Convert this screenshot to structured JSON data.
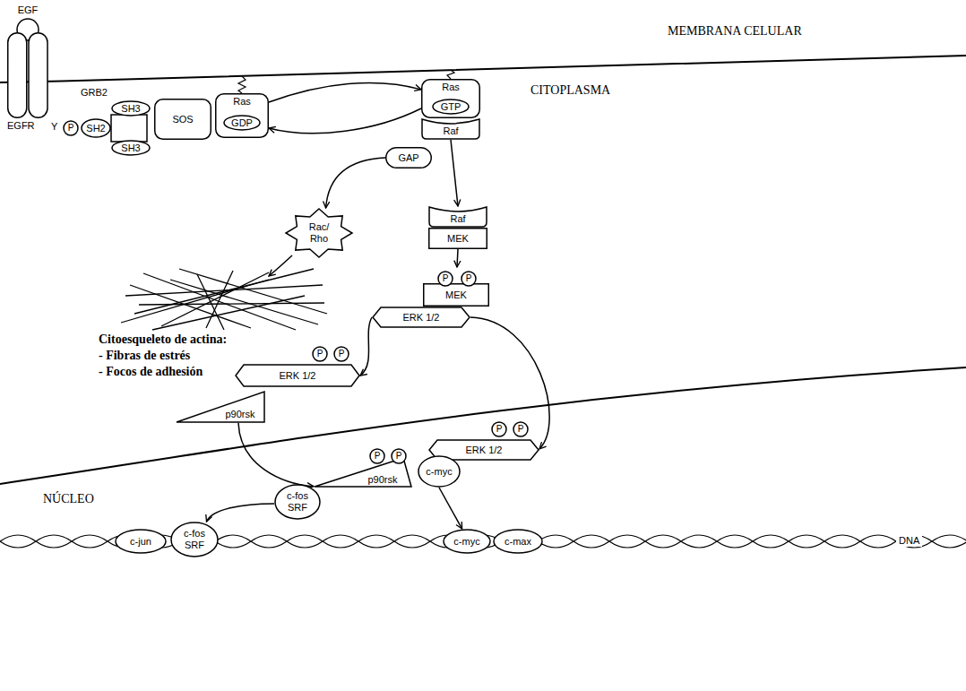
{
  "diagram": {
    "nodes": [
      {
        "text": [
          "EGF"
        ]
      },
      {
        "text": [
          "EGFR"
        ]
      },
      {
        "text": [
          "P"
        ]
      },
      {
        "text": [
          "GRB2"
        ]
      },
      {
        "text": [
          "SH2"
        ],
        "in": 3
      },
      {
        "text": [
          "SH3"
        ],
        "in": 3
      },
      {
        "text": [
          "SH3"
        ],
        "in": 3
      },
      {
        "text": [
          "SOS"
        ]
      },
      {
        "text": [
          "Ras"
        ]
      },
      {
        "text": [
          "GDP"
        ],
        "in": 8
      },
      {
        "text": [
          "Ras"
        ]
      },
      {
        "text": [
          "GTP"
        ],
        "in": 10
      },
      {
        "text": [
          "Raf"
        ]
      },
      {
        "text": [
          "GAP"
        ]
      },
      {
        "text": [
          "Rac/ Rho"
        ]
      },
      {
        "text": [
          "Raf"
        ]
      },
      {
        "text": [
          "MEK"
        ]
      },
      {
        "text": [
          "MEK"
        ]
      },
      {
        "text": [
          "P"
        ],
        "in": 17
      },
      {
        "text": [
          "P"
        ],
        "in": 17
      },
      {
        "text": [
          "ERK 1/2"
        ]
      },
      {
        "text": [
          "ERK 1/2"
        ]
      },
      {
        "text": [
          "P"
        ],
        "in": 21
      },
      {
        "text": [
          "P"
        ],
        "in": 21
      },
      {
        "text": [
          "p90rsk"
        ]
      },
      {
        "text": [
          "p90rsk"
        ]
      },
      {
        "text": [
          "P"
        ],
        "in": 25
      },
      {
        "text": [
          "P"
        ],
        "in": 25
      },
      {
        "text": [
          "c-fos SRF"
        ]
      },
      {
        "text": [
          "ERK 1/2"
        ]
      },
      {
        "text": [
          "P"
        ],
        "in": 29
      },
      {
        "text": [
          "P"
        ],
        "in": 29
      },
      {
        "text": [
          "c-myc"
        ]
      },
      {
        "text": [
          "c-jun"
        ]
      },
      {
        "text": [
          "c-fos SRF"
        ]
      },
      {
        "text": [
          "c-myc"
        ]
      },
      {
        "text": [
          "c-max"
        ]
      }
    ],
    "edges": [
      {
        "from": 8,
        "to": 10,
        "arrow": "to"
      },
      {
        "from": 10,
        "to": 8,
        "arrow": "to"
      },
      {
        "from": 13,
        "to": 14,
        "arrow": "to"
      },
      {
        "from": 12,
        "to": 15,
        "arrow": "to"
      },
      {
        "from": 16,
        "to": 17,
        "arrow": "to"
      },
      {
        "from": 20,
        "to": 21,
        "arrow": "to"
      },
      {
        "from": 20,
        "to": 29,
        "arrow": "to"
      },
      {
        "from": 24,
        "to": 25,
        "arrow": "to"
      },
      {
        "from": 28,
        "to": 34,
        "arrow": "to"
      },
      {
        "from": 32,
        "to": 35,
        "arrow": "to"
      }
    ],
    "labels": [
      "MEMBRANA CELULAR",
      "CITOPLASMA",
      "NÚCLEO",
      "Y",
      "Citoesqueleto de actina:",
      "- Fibras de estrés",
      "- Focos de adhesión",
      "DNA"
    ]
  }
}
